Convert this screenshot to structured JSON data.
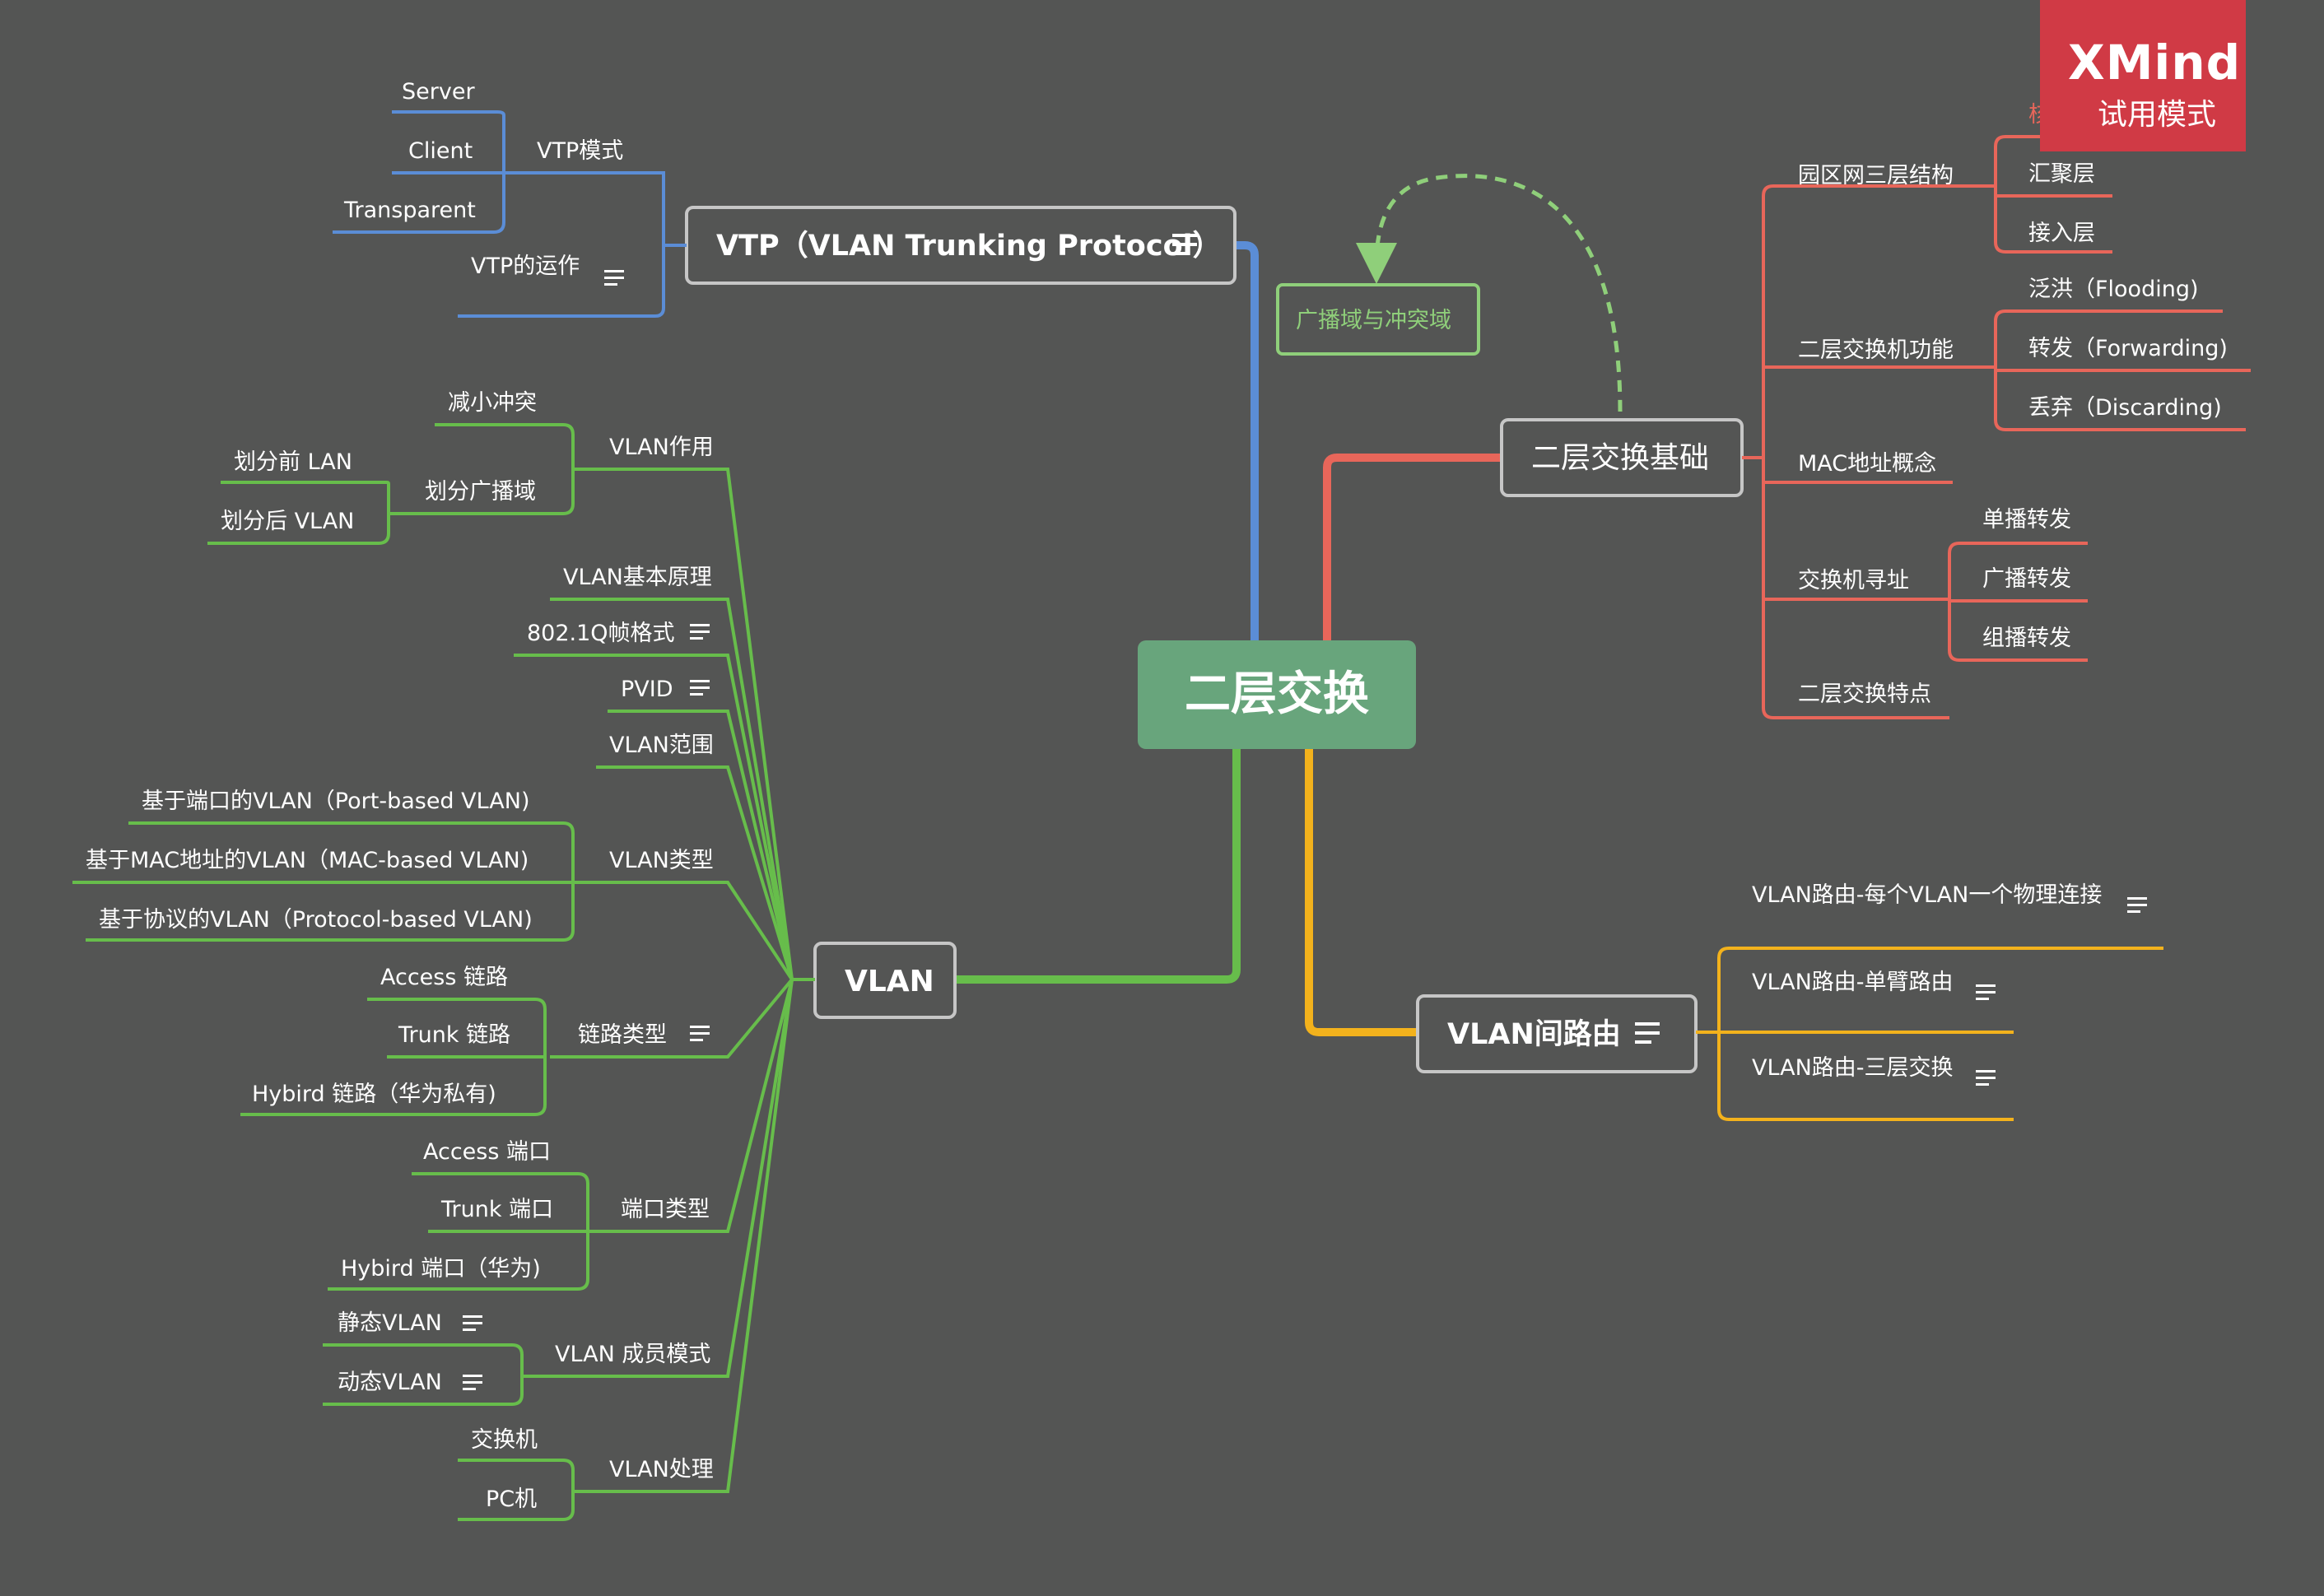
{
  "central": "二层交换",
  "watermark": {
    "logo": "XMind",
    "subtitle": "试用模式"
  },
  "colors": {
    "background": "#545554",
    "central": "#68a57c",
    "vtp": "#5b8dd6",
    "vlan": "#67bd4b",
    "basics": "#e8665a",
    "routing": "#f3b21c"
  },
  "branches": {
    "vtp": {
      "title": "VTP（VLAN Trunking Protocol）",
      "children": {
        "mode": {
          "label": "VTP模式",
          "items": [
            "Server",
            "Client",
            "Transparent"
          ]
        },
        "operation": {
          "label": "VTP的运作"
        }
      }
    },
    "basics": {
      "title": "二层交换基础",
      "callout": "广播域与冲突域",
      "children": {
        "campus": {
          "label": "园区网三层结构",
          "items": [
            "核心层",
            "汇聚层",
            "接入层"
          ]
        },
        "functions": {
          "label": "二层交换机功能",
          "items": [
            "泛洪（Flooding)",
            "转发（Forwarding)",
            "丢弃（Discarding)"
          ]
        },
        "mac": {
          "label": "MAC地址概念"
        },
        "addressing": {
          "label": "交换机寻址",
          "items": [
            "单播转发",
            "广播转发",
            "组播转发"
          ]
        },
        "features": {
          "label": "二层交换特点"
        }
      }
    },
    "vlan": {
      "title": "VLAN",
      "children": {
        "role": {
          "label": "VLAN作用",
          "items": [
            "减小冲突",
            "划分广播域"
          ],
          "sub": [
            "划分前 LAN",
            "划分后 VLAN"
          ]
        },
        "principle": {
          "label": "VLAN基本原理"
        },
        "frame": {
          "label": "802.1Q帧格式"
        },
        "pvid": {
          "label": "PVID"
        },
        "range": {
          "label": "VLAN范围"
        },
        "types": {
          "label": "VLAN类型",
          "items": [
            "基于端口的VLAN（Port-based VLAN)",
            "基于MAC地址的VLAN（MAC-based VLAN)",
            "基于协议的VLAN（Protocol-based VLAN)"
          ]
        },
        "links": {
          "label": "链路类型",
          "items": [
            "Access 链路",
            "Trunk 链路",
            "Hybird 链路（华为私有)"
          ]
        },
        "ports": {
          "label": "端口类型",
          "items": [
            "Access 端口",
            "Trunk 端口",
            "Hybird 端口（华为)"
          ]
        },
        "membership": {
          "label": "VLAN 成员模式",
          "items": [
            "静态VLAN",
            "动态VLAN"
          ]
        },
        "processing": {
          "label": "VLAN处理",
          "items": [
            "交换机",
            "PC机"
          ]
        }
      }
    },
    "routing": {
      "title": "VLAN间路由",
      "children": [
        "VLAN路由-每个VLAN一个物理连接",
        "VLAN路由-单臂路由",
        "VLAN路由-三层交换"
      ]
    }
  }
}
